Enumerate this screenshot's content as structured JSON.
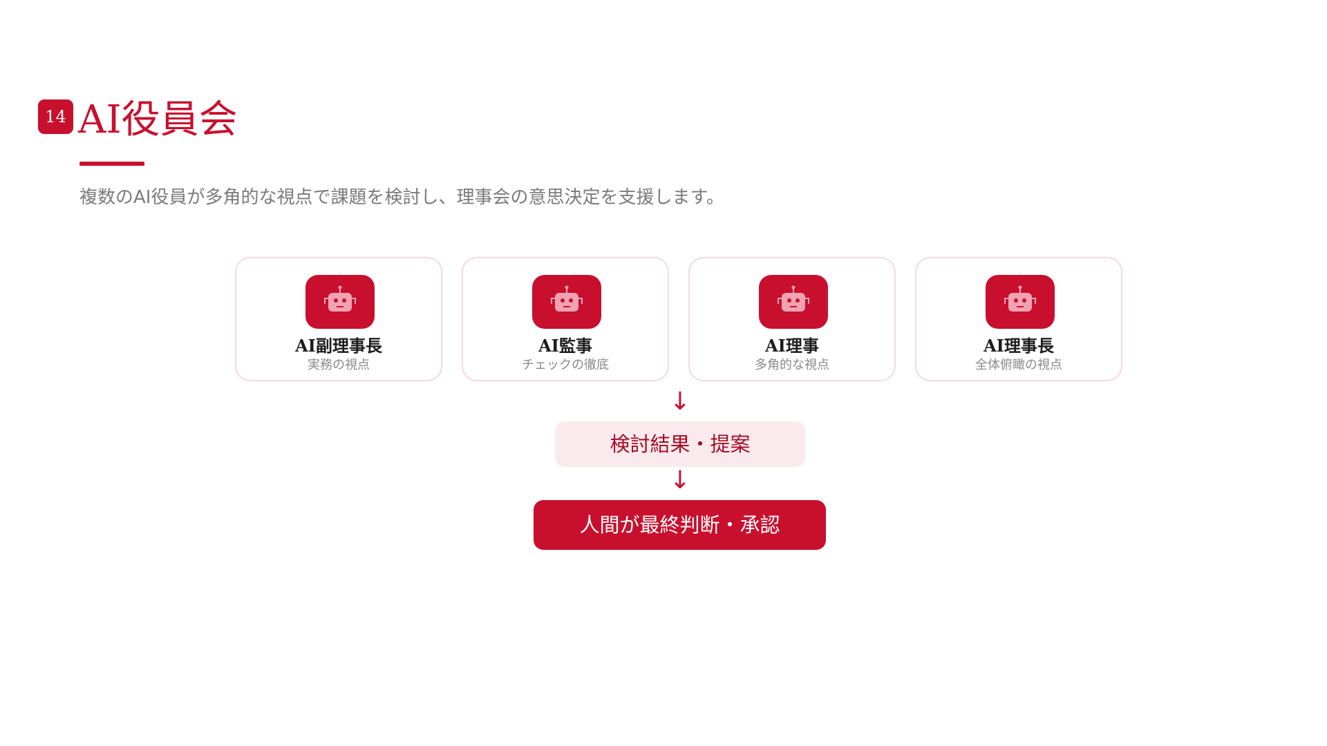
{
  "slide": {
    "number": "14",
    "title": "AI役員会",
    "subtitle": "複数のAI役員が多角的な視点で課題を検討し、理事会の意思決定を支援します。"
  },
  "members": [
    {
      "name": "AI副理事長",
      "perspective": "実務の視点",
      "icon": "robot-icon"
    },
    {
      "name": "AI監事",
      "perspective": "チェックの徹底",
      "icon": "robot-icon"
    },
    {
      "name": "AI理事",
      "perspective": "多角的な視点",
      "icon": "robot-icon"
    },
    {
      "name": "AI理事長",
      "perspective": "全体俯瞰の視点",
      "icon": "robot-icon"
    }
  ],
  "flow": {
    "arrow_symbol": "↓",
    "result_label": "検討結果・提案",
    "decision_label": "人間が最終判断・承認"
  },
  "colors": {
    "accent": "#c8102e",
    "card_border": "#f4d9de",
    "result_bg": "#fbeaed",
    "robot_face": "#f0a3b0"
  }
}
